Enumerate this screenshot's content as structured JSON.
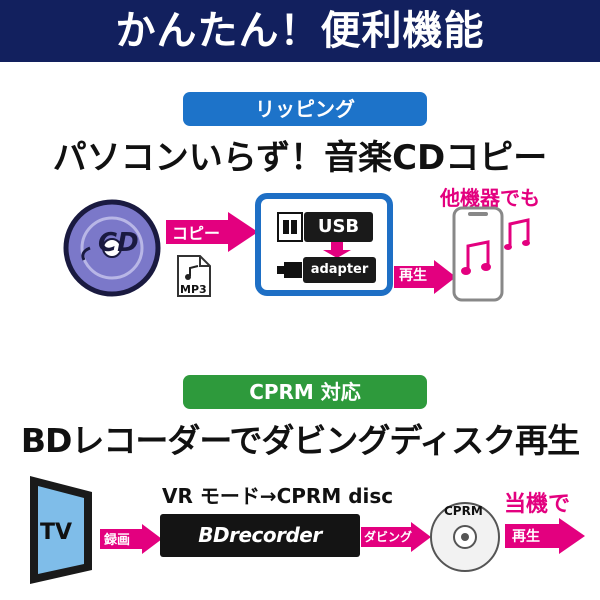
{
  "header": {
    "title": "かんたん！便利機能"
  },
  "ripping": {
    "pill_label": "リッピング",
    "headline": "パソコンいらず！音楽CDコピー",
    "cd_label": "CD",
    "mp3_label": "MP3",
    "copy_arrow_label": "コピー",
    "usb_label": "USB",
    "adapter_label": "adapter",
    "play_arrow_label": "再生",
    "other_devices_label": "他機器でも"
  },
  "cprm": {
    "pill_label": "CPRM 対応",
    "headline": "BDレコーダーでダビングディスク再生",
    "tv_label": "TV",
    "record_arrow_label": "録画",
    "mode_label": "VR モード→CPRM disc",
    "bd_label": "BDrecorder",
    "dubbing_arrow_label": "ダビング",
    "disc_label": "CPRM",
    "this_unit_label": "当機で",
    "play_arrow_label": "再生"
  },
  "colors": {
    "navy": "#12205e",
    "blue": "#1d73c9",
    "green": "#2e9a3c",
    "pink": "#e3007f",
    "lavender": "#7b78c9"
  }
}
